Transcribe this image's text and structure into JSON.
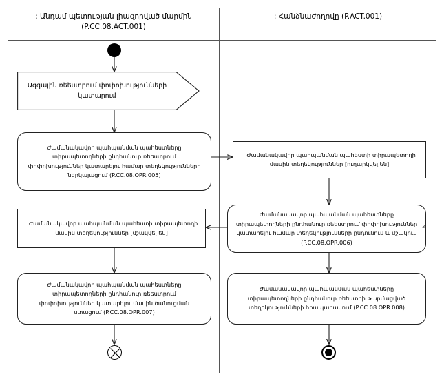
{
  "diagram": {
    "type": "uml-activity-diagram",
    "title": "",
    "lanes": [
      {
        "id": "lane-left",
        "header": ": Անդամ պետության լիազորված մարմին (P.CC.08.ACT.001)",
        "header_line1": ": Անդամ պետության լիազորված մարմին",
        "header_line2": "(P.CC.08.ACT.001)"
      },
      {
        "id": "lane-right",
        "header": ": Հանձնաժողովը (P.ACT.001)",
        "header_line1": ": Հանձնաժողովը (P.ACT.001)",
        "header_line2": ""
      }
    ],
    "nodes": {
      "initial": {
        "name": "initial-node",
        "lane": "lane-left"
      },
      "input_event": {
        "name": "Ազգային ռեեստրում փոփոխությունների կատարում",
        "shape": "input-flag",
        "lane": "lane-left"
      },
      "action_opr005": {
        "name": "Ժամանակավոր պահպանման պահեստները տիրապետողների ընդհանուր ռեեստրում փոփոխություններ կատարելու համար տեղեկությունների ներկայացում (P.CC.08.OPR.005)",
        "shape": "action",
        "lane": "lane-left",
        "code": "P.CC.08.OPR.005"
      },
      "object_sent": {
        "name": ": Ժամանակավոր պահպանման պահեստի տիրապետողի մասին տեղեկություններ [ուղարկվել են]",
        "shape": "object-node",
        "lane": "lane-right",
        "state": "[ուղարկվել են]"
      },
      "action_opr006": {
        "name": "Ժամանակավոր պահպանման պահեստները տիրապետողների ընդհանուր ռեեստրում փոփոխություններ կատարելու համար տեղեկությունների ընդունում և մշակում (P.CC.08.OPR.006)",
        "shape": "action",
        "lane": "lane-right",
        "code": "P.CC.08.OPR.006"
      },
      "object_processed": {
        "name": ": Ժամանակավոր պահպանման պահեստի տիրապետողի մասին տեղեկություններ [մշակվել են]",
        "shape": "object-node",
        "lane": "lane-left",
        "state": "[մշակվել են]"
      },
      "action_opr007": {
        "name": "Ժամանակավոր պահպանման պահեստները տիրապետողների ընդհանուր ռեեստրում փոփոխություններ կատարելու մասին ծանուցման ստացում (P.CC.08.OPR.007)",
        "shape": "action",
        "lane": "lane-left",
        "code": "P.CC.08.OPR.007"
      },
      "action_opr008": {
        "name": "Ժամանակավոր պահպանման պահեստները տիրապետողների ընդհանուր ռեեստրի թարմացված տեղեկությունների հրապարակում (P.CC.08.OPR.008)",
        "shape": "action",
        "lane": "lane-right",
        "code": "P.CC.08.OPR.008"
      },
      "flow_final": {
        "name": "flow-final-node",
        "lane": "lane-left"
      },
      "activity_final": {
        "name": "activity-final-node",
        "lane": "lane-right"
      }
    },
    "colors": {
      "frame_stroke": "#555555",
      "node_stroke": "#222222",
      "edge_stroke": "#222222",
      "background": "#ffffff",
      "fill_black": "#000000"
    }
  }
}
